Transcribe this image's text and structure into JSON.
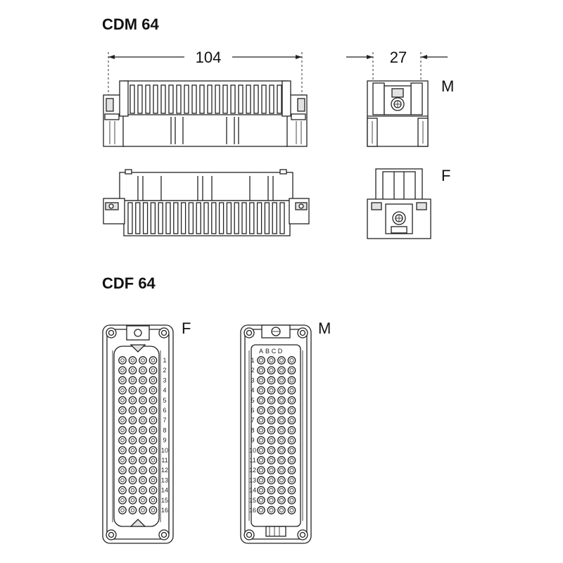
{
  "sections": {
    "cdm": {
      "title": "CDM 64"
    },
    "cdf": {
      "title": "CDF 64"
    }
  },
  "dimensions": {
    "length": "104",
    "width": "27"
  },
  "view_labels": {
    "male_side": "M",
    "female_side": "F",
    "female_face": "F",
    "male_face": "M"
  },
  "contact_layout": {
    "columns": [
      "A",
      "B",
      "C",
      "D"
    ],
    "rows": [
      "1",
      "2",
      "3",
      "4",
      "5",
      "6",
      "7",
      "8",
      "9",
      "10",
      "11",
      "12",
      "13",
      "14",
      "15",
      "16"
    ]
  }
}
